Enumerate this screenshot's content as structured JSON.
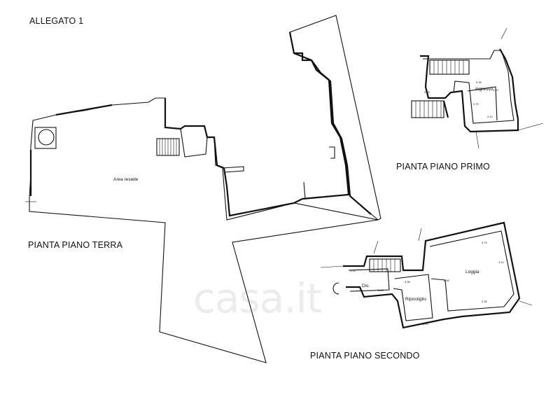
{
  "header": {
    "annex": "ALLEGATO 1"
  },
  "plans": {
    "ground": {
      "title": "PIANTA PIANO TERRA",
      "room_area": "Area resede"
    },
    "first": {
      "title": "PIANTA PIANO PRIMO",
      "room_ingresso": "Ingresso"
    },
    "second": {
      "title": "PIANTA PIANO SECONDO",
      "room_loggia": "Loggia",
      "room_ripostiglio": "Ripostiglio",
      "room_dis": "Dis."
    }
  },
  "dimensions": {
    "d1": "3.35",
    "d2": "3.35",
    "d3": "3.10",
    "d4": "2.70",
    "d5": "3.10",
    "d6": "3.15",
    "d7": "3.15",
    "d8": "3.35",
    "d9": "3.10",
    "d10": "3.75",
    "d11": "3.35",
    "d12": "3.10",
    "d13": "2.65"
  },
  "watermark": {
    "text": "casa.it"
  },
  "colors": {
    "line": "#111111",
    "background": "#ffffff",
    "watermark": "#969696"
  }
}
